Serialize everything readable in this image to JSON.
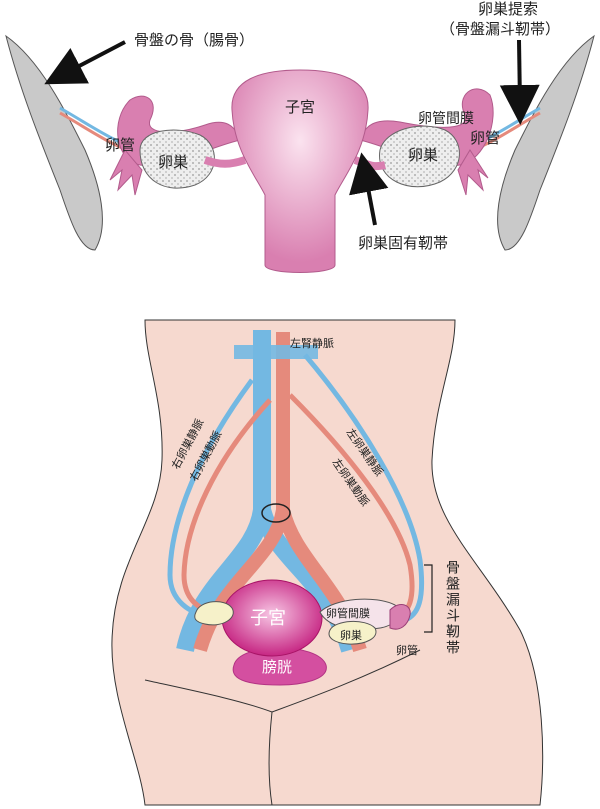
{
  "top": {
    "pelvic_bone": "骨盤の骨（腸骨）",
    "suspensory_line1": "卵巣提索",
    "suspensory_line2": "（骨盤漏斗靭帯）",
    "uterus": "子宮",
    "mesosalpinx": "卵管間膜",
    "tube_left": "卵管",
    "tube_right": "卵管",
    "ovary_left": "卵巣",
    "ovary_right": "卵巣",
    "ovarian_ligament": "卵巣固有靭帯"
  },
  "bottom": {
    "left_renal_vein": "左腎静脈",
    "right_ovarian_vein": "右卵巣静脈",
    "right_ovarian_artery": "右卵巣動脈",
    "left_ovarian_vein": "左卵巣静脈",
    "left_ovarian_artery": "左卵巣動脈",
    "infundibulopelvic_ligament": "骨盤漏斗靭帯",
    "uterus": "子宮",
    "mesosalpinx": "卵管間膜",
    "ovary": "卵巣",
    "tube": "卵管",
    "bladder": "膀胱"
  },
  "colors": {
    "uterus_pink": "#d97fb0",
    "body_skin": "#f6d9cf",
    "vein_blue": "#73b8e2",
    "artery_red": "#e58a7c",
    "bone_gray": "#c9c9c9",
    "bladder_magenta": "#d44fa0"
  }
}
